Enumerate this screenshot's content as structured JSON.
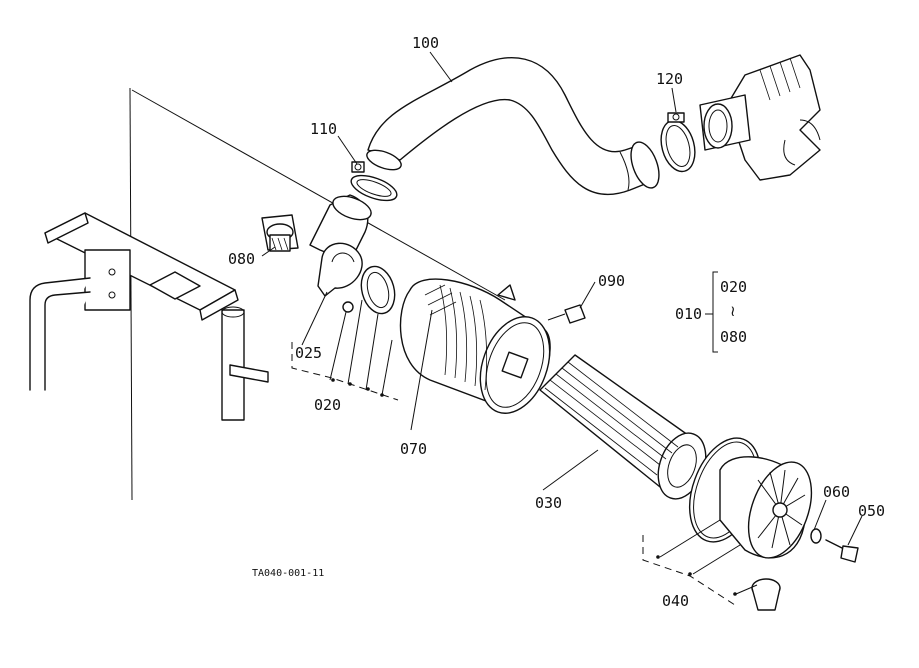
{
  "diagram": {
    "reference_code": "TA040-001-11",
    "callouts": {
      "c100": "100",
      "c120": "120",
      "c110": "110",
      "c080": "080",
      "c025": "025",
      "c020": "020",
      "c070": "070",
      "c090": "090",
      "c030": "030",
      "c060": "060",
      "c050": "050",
      "c040": "040"
    },
    "assembly_group": {
      "parent": "010",
      "from": "020",
      "range_mark": "≀",
      "to": "080"
    }
  }
}
